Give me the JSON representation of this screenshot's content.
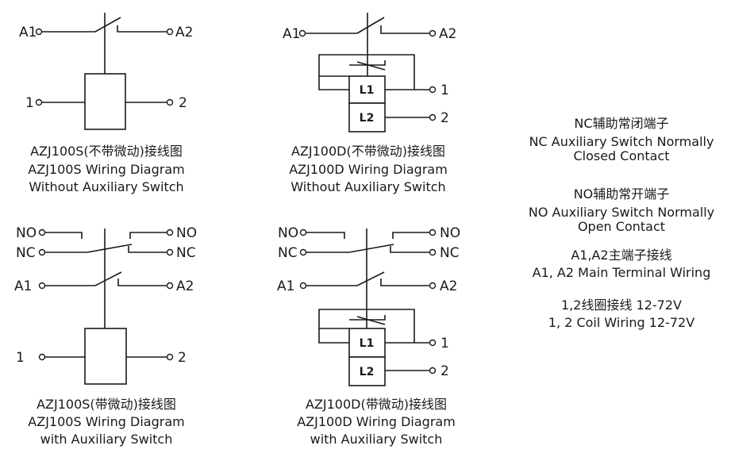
{
  "diagrams": {
    "d1": {
      "terminals": {
        "a1": "A1",
        "a2": "A2",
        "t1": "1",
        "t2": "2"
      },
      "caption": [
        "AZJ100S(不带微动)接线图",
        "AZJ100S Wiring Diagram",
        "Without Auxiliary Switch"
      ]
    },
    "d2": {
      "terminals": {
        "a1": "A1",
        "a2": "A2",
        "t1": "1",
        "t2": "2"
      },
      "coils": {
        "l1": "L1",
        "l2": "L2"
      },
      "caption": [
        "AZJ100D(不带微动)接线图",
        "AZJ100D Wiring Diagram",
        "Without Auxiliary Switch"
      ]
    },
    "d3": {
      "terminals": {
        "no_l": "NO",
        "no_r": "NO",
        "nc_l": "NC",
        "nc_r": "NC",
        "a1": "A1",
        "a2": "A2",
        "t1": "1",
        "t2": "2"
      },
      "caption": [
        "AZJ100S(带微动)接线图",
        "AZJ100S Wiring Diagram",
        "with Auxiliary Switch"
      ]
    },
    "d4": {
      "terminals": {
        "no_l": "NO",
        "no_r": "NO",
        "nc_l": "NC",
        "nc_r": "NC",
        "a1": "A1",
        "a2": "A2",
        "t1": "1",
        "t2": "2"
      },
      "coils": {
        "l1": "L1",
        "l2": "L2"
      },
      "caption": [
        "AZJ100D(带微动)接线图",
        "AZJ100D Wiring Diagram",
        "with Auxiliary Switch"
      ]
    }
  },
  "legend": [
    [
      "NC辅助常闭端子",
      "NC Auxiliary Switch Normally",
      "Closed Contact"
    ],
    [
      "NO辅助常开端子",
      "NO Auxiliary Switch Normally",
      "Open Contact"
    ],
    [
      "A1,A2主端子接线",
      "A1, A2 Main Terminal Wiring"
    ],
    [
      "1,2线圈接线  12-72V",
      "1, 2 Coil Wiring  12-72V"
    ]
  ]
}
